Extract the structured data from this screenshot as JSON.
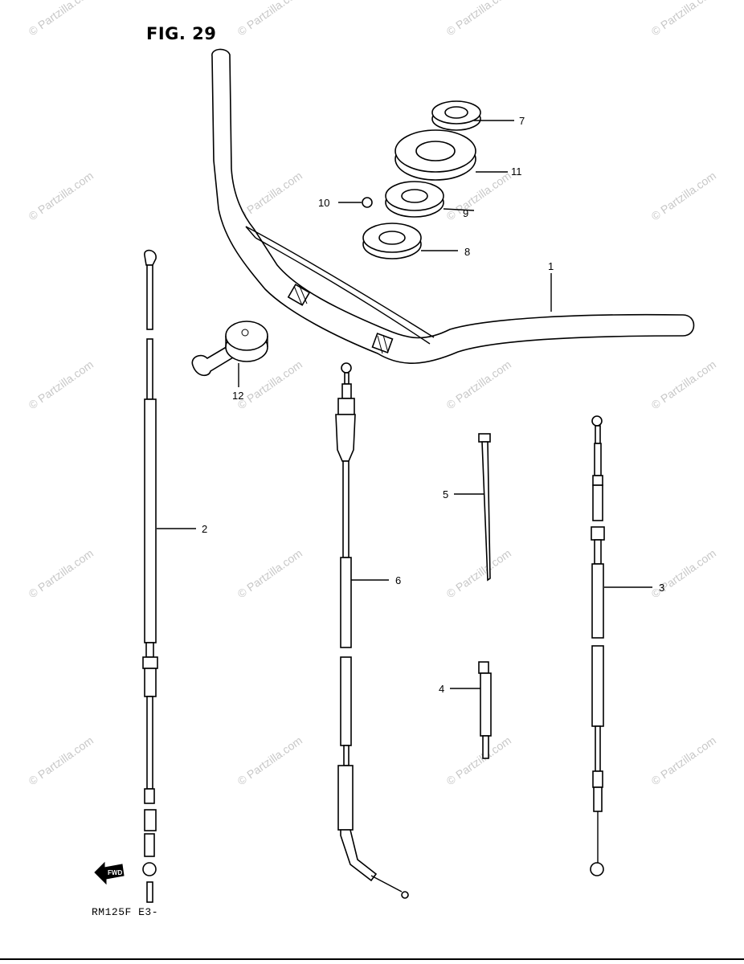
{
  "figure_title": "FIG. 29",
  "model_code": "RM125F E3-",
  "fwd_label": "FWD",
  "watermark_text": "© Partzilla.com",
  "callouts": [
    "1",
    "2",
    "3",
    "4",
    "5",
    "6",
    "7",
    "8",
    "9",
    "10",
    "11",
    "12"
  ],
  "colors": {
    "ink": "#000000",
    "watermark": "#c8c8c8",
    "background": "#ffffff"
  }
}
